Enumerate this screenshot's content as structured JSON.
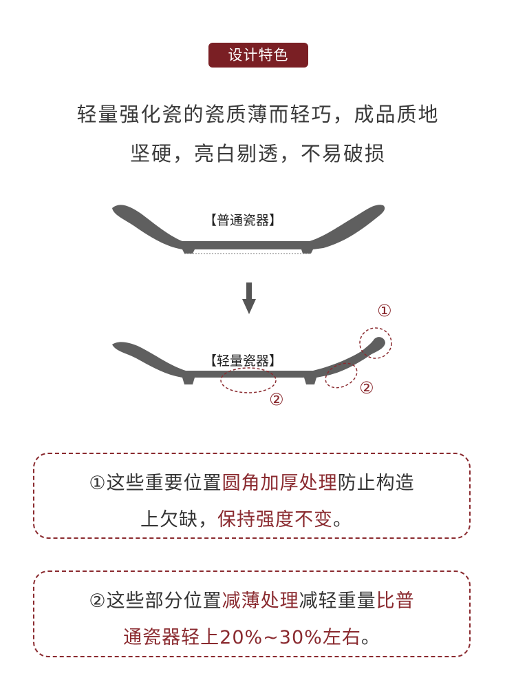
{
  "badge": {
    "label": "设计特色"
  },
  "headline": {
    "line1": "轻量强化瓷的瓷质薄而轻巧，成品质地",
    "line2": "坚硬，亮白剔透，不易破损"
  },
  "diagram": {
    "normal_label": "【普通瓷器】",
    "light_label": "【轻量瓷器】",
    "marker_1": "①",
    "marker_2": "②"
  },
  "notes": {
    "note1": {
      "line1_prefix": "①这些重要位置",
      "line1_highlight": "圆角加厚处理",
      "line1_suffix": "防止构造",
      "line2_prefix": "上欠缺，",
      "line2_highlight": "保持强度不变",
      "line2_suffix": "。"
    },
    "note2": {
      "line1_prefix": "②这些部分位置",
      "line1_highlight": "减薄处理",
      "line1_middle": "减轻重量",
      "line1_highlight2": "比普",
      "line2_highlight": "通瓷器轻上20%~30%左右",
      "line2_suffix": "。"
    }
  },
  "colors": {
    "accent": "#7a1f24",
    "dish": "#5f5f5f",
    "text": "#333333"
  }
}
